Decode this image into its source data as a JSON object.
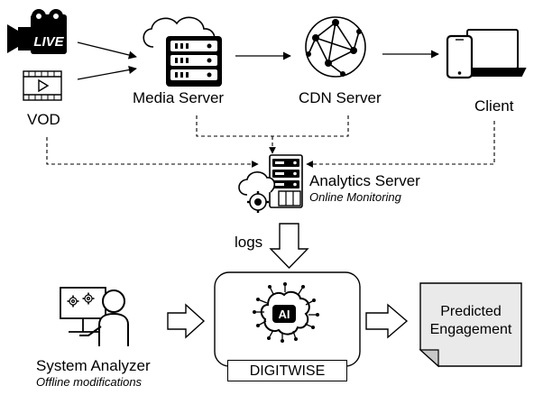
{
  "nodes": {
    "live": {
      "badge": "LIVE"
    },
    "vod": {
      "label": "VOD"
    },
    "media_server": {
      "label": "Media Server"
    },
    "cdn_server": {
      "label": "CDN Server"
    },
    "client": {
      "label": "Client"
    },
    "analytics_server": {
      "label": "Analytics Server",
      "sublabel": "Online Monitoring"
    },
    "logs": {
      "label": "logs"
    },
    "system_analyzer": {
      "label": "System Analyzer",
      "sublabel": "Offline modifications"
    },
    "digitwise": {
      "label": "DIGITWISE",
      "chip": "AI"
    },
    "predicted": {
      "line1": "Predicted",
      "line2": "Engagement"
    }
  },
  "colors": {
    "stroke": "#000000",
    "doc_fill": "#eaeaea",
    "fold_fill": "#c8c8c8",
    "background": "#ffffff"
  },
  "icons": [
    "live-camera-icon",
    "video-film-icon",
    "cloud-server-icon",
    "network-globe-icon",
    "devices-icon",
    "analytics-server-icon",
    "user-computer-icon",
    "ai-brain-icon",
    "document-icon"
  ]
}
